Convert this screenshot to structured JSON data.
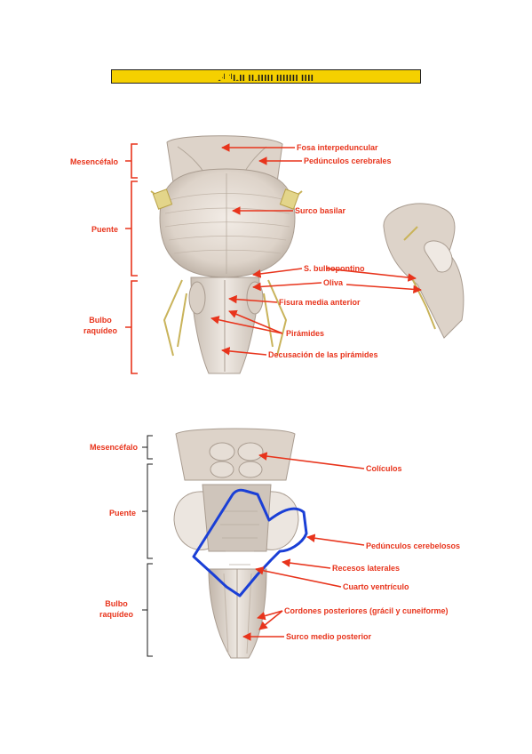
{
  "title": "ꞈ꜋ ꜉ꞁꞈꞁꞁ ꞁꞁꞈꞁꞁꞁꞁꞁ ꞁꞁꞁꞁꞁꞁꞁ ꞁꞁꞁꞁ",
  "colors": {
    "label": "#e8341c",
    "arrow": "#e8341c",
    "outline": "#1a3fd6",
    "banner": "#f5d000",
    "tissue": "#e3dbd2",
    "tissue_shade": "#b9ada1",
    "nerve": "#c9b35a"
  },
  "top": {
    "regions": [
      "Mesencéfalo",
      "Puente",
      "Bulbo",
      "raquídeo"
    ],
    "labels": [
      "Fosa interpeduncular",
      "Pedúnculos cerebrales",
      "Surco basilar",
      "S. bulbopontino",
      "Oliva",
      "Fisura media anterior",
      "Pirámides",
      "Decusación de las  pirámides"
    ]
  },
  "bottom": {
    "regions": [
      "Mesencéfalo",
      "Puente",
      "Bulbo",
      "raquídeo"
    ],
    "labels": [
      "Colículos",
      "Pedúnculos cerebelosos",
      "Recesos laterales",
      "Cuarto ventrículo",
      "Cordones posteriores (grácil y cuneiforme)",
      "Surco medio posterior"
    ]
  }
}
